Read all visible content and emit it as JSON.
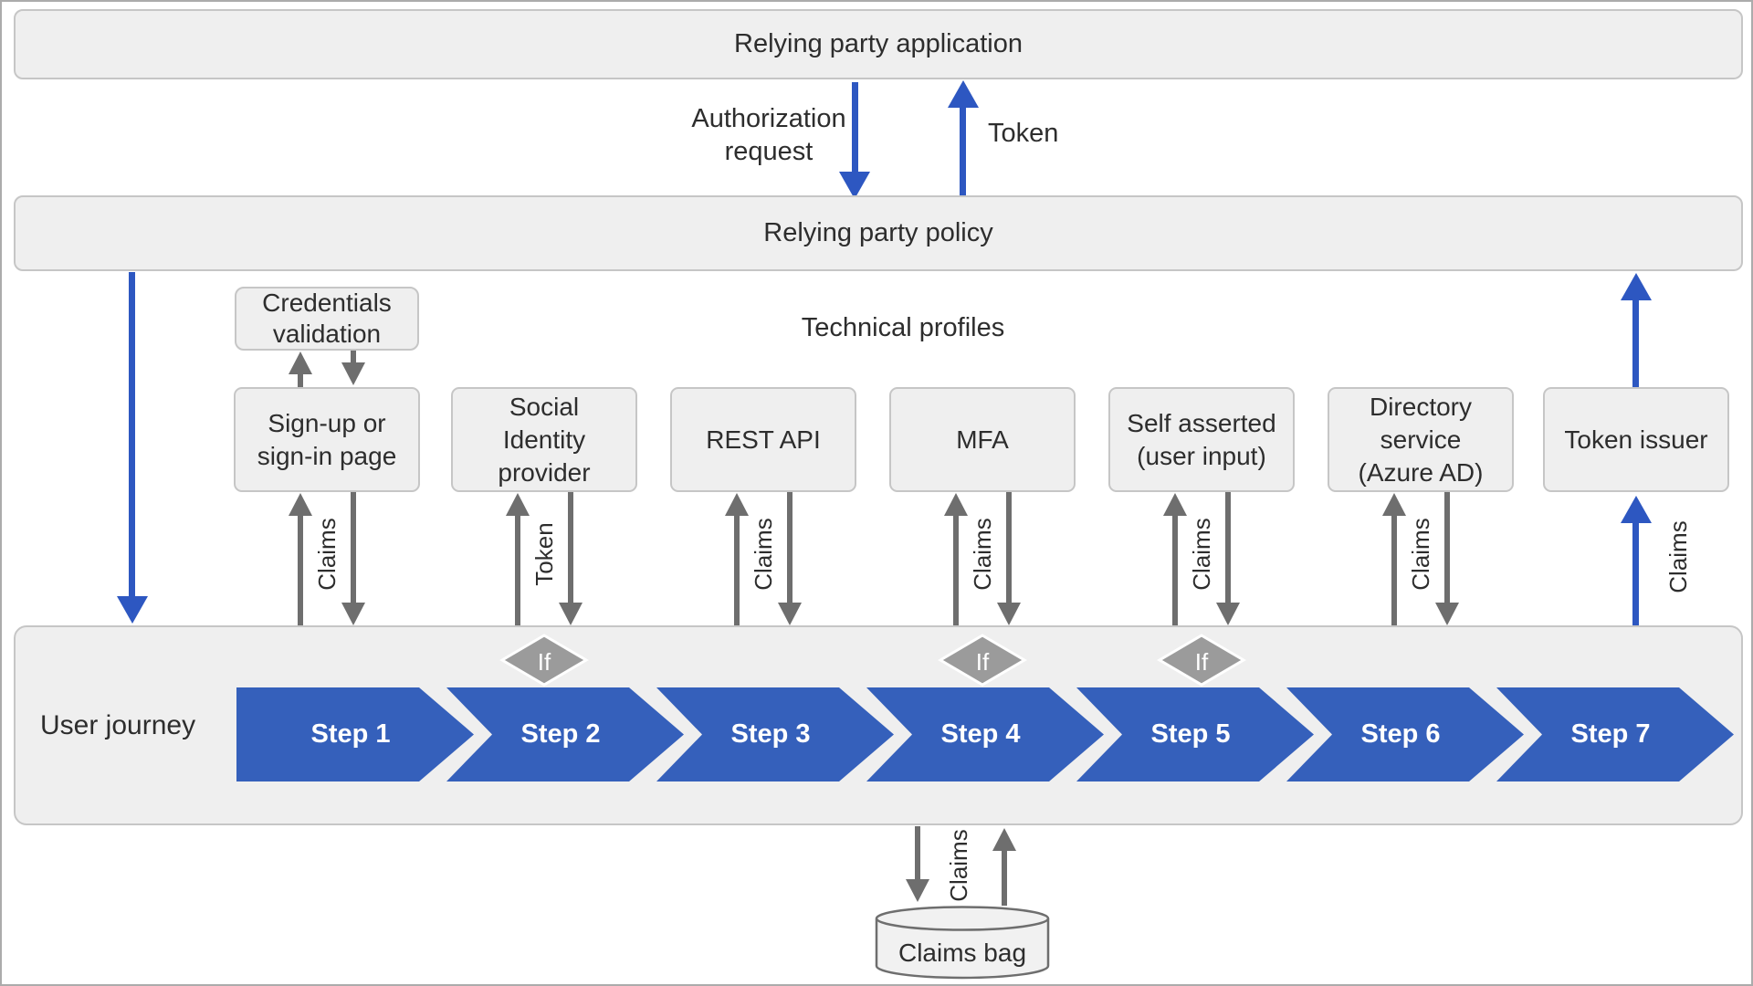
{
  "app": {
    "label": "Relying party application"
  },
  "policy": {
    "label": "Relying party policy"
  },
  "top_flow": {
    "authorization_request_label": "Authorization\nrequest",
    "token_label": "Token"
  },
  "technical_profiles": {
    "title": "Technical profiles",
    "credentials_validation_label": "Credentials\nvalidation",
    "boxes": [
      {
        "label": "Sign-up or\nsign-in page",
        "flow_label": "Claims"
      },
      {
        "label": "Social\nIdentity\nprovider",
        "flow_label": "Token"
      },
      {
        "label": "REST API",
        "flow_label": "Claims"
      },
      {
        "label": "MFA",
        "flow_label": "Claims"
      },
      {
        "label": "Self asserted\n(user input)",
        "flow_label": "Claims"
      },
      {
        "label": "Directory\nservice\n(Azure AD)",
        "flow_label": "Claims"
      },
      {
        "label": "Token issuer",
        "flow_label": "Claims"
      }
    ]
  },
  "journey": {
    "label": "User journey",
    "if_label": "If",
    "steps": [
      "Step 1",
      "Step 2",
      "Step 3",
      "Step 4",
      "Step 5",
      "Step 6",
      "Step 7"
    ]
  },
  "claims_bag": {
    "label": "Claims bag",
    "flow_label": "Claims"
  },
  "colors": {
    "accent_blue_arrow": "#2d57c1",
    "chevron_blue": "#3560bb",
    "arrow_gray": "#6e6e6e",
    "diamond_gray": "#9b9b9b",
    "box_fill": "#efefef",
    "box_border": "#c6c6c6"
  }
}
